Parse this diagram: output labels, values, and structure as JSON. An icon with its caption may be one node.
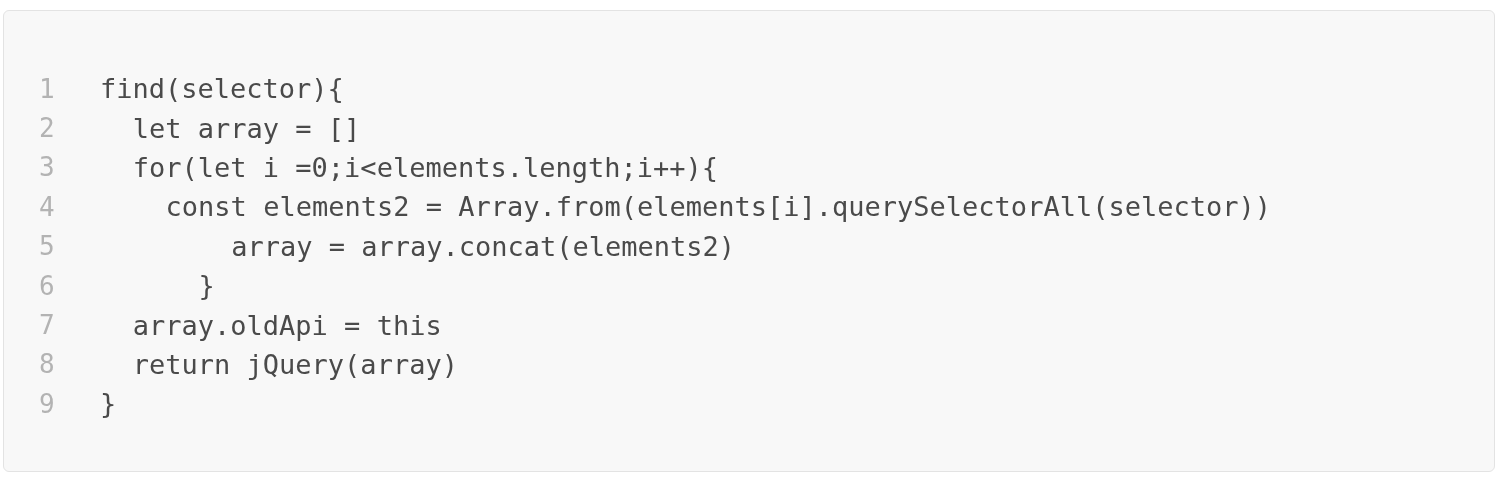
{
  "diagram": {
    "labels": [
      "1",
      "find(selector){",
      "2",
      "let array = []",
      "3",
      "for(let i =0;i<elements.length;i++){",
      "4",
      "const elements2 = Array.from(elements[i].querySelectorAll(selector))",
      "5",
      "array = array.concat(elements2)",
      "6",
      "}",
      "7",
      "array.oldApi = this",
      "8",
      "return jQuery(array)",
      "9",
      "}"
    ]
  }
}
